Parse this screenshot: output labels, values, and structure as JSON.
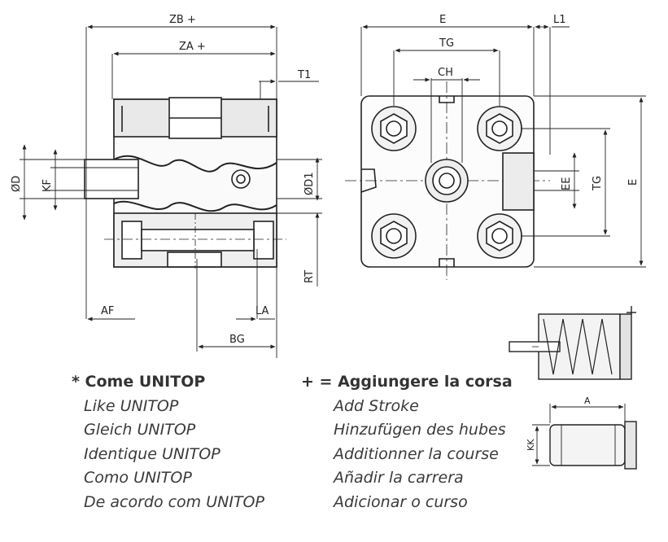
{
  "dims": {
    "zb": "ZB +",
    "za": "ZA +",
    "t1": "T1",
    "d": "ØD",
    "kf": "KF",
    "d1": "ØD1",
    "rt": "RT",
    "af": "AF",
    "la": "LA",
    "bg": "BG",
    "e_top": "E",
    "l1": "L1",
    "tg_top": "TG",
    "ch": "CH",
    "ee": "EE",
    "tg_side": "TG",
    "e_side": "E",
    "a": "A",
    "kk": "KK"
  },
  "legend_left": {
    "header": "* Come UNITOP",
    "lines": [
      "Like UNITOP",
      "Gleich UNITOP",
      "Identique UNITOP",
      "Como UNITOP",
      "De acordo com UNITOP"
    ]
  },
  "legend_right": {
    "header": "+ = Aggiungere la corsa",
    "lines": [
      "Add Stroke",
      "Hinzufügen des hubes",
      "Additionner la course",
      "Añadir la carrera",
      "Adicionar o curso"
    ]
  }
}
